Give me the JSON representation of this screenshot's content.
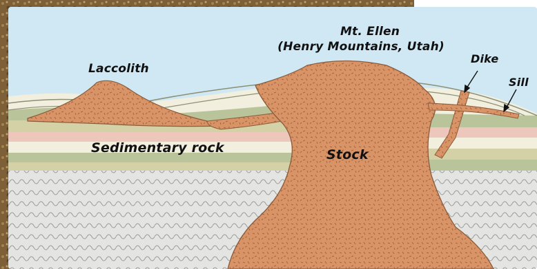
{
  "labels": {
    "peak_name": "Mt. Ellen",
    "peak_location": "(Henry Mountains, Utah)",
    "laccolith": "Laccolith",
    "dike": "Dike",
    "sill": "Sill",
    "sedimentary_rock": "Sedimentary rock",
    "stock": "Stock"
  },
  "colors": {
    "sky": "#cfe8f3",
    "igneous": "#d89467",
    "igneous_dark": "#b86f43",
    "layer_green": "#b9c49a",
    "layer_cream": "#f2efdf",
    "layer_pink": "#edc7bb",
    "layer_olive": "#d5d1a6",
    "basement": "#e3e3e1",
    "photo_bg": "#8a6a3e"
  }
}
